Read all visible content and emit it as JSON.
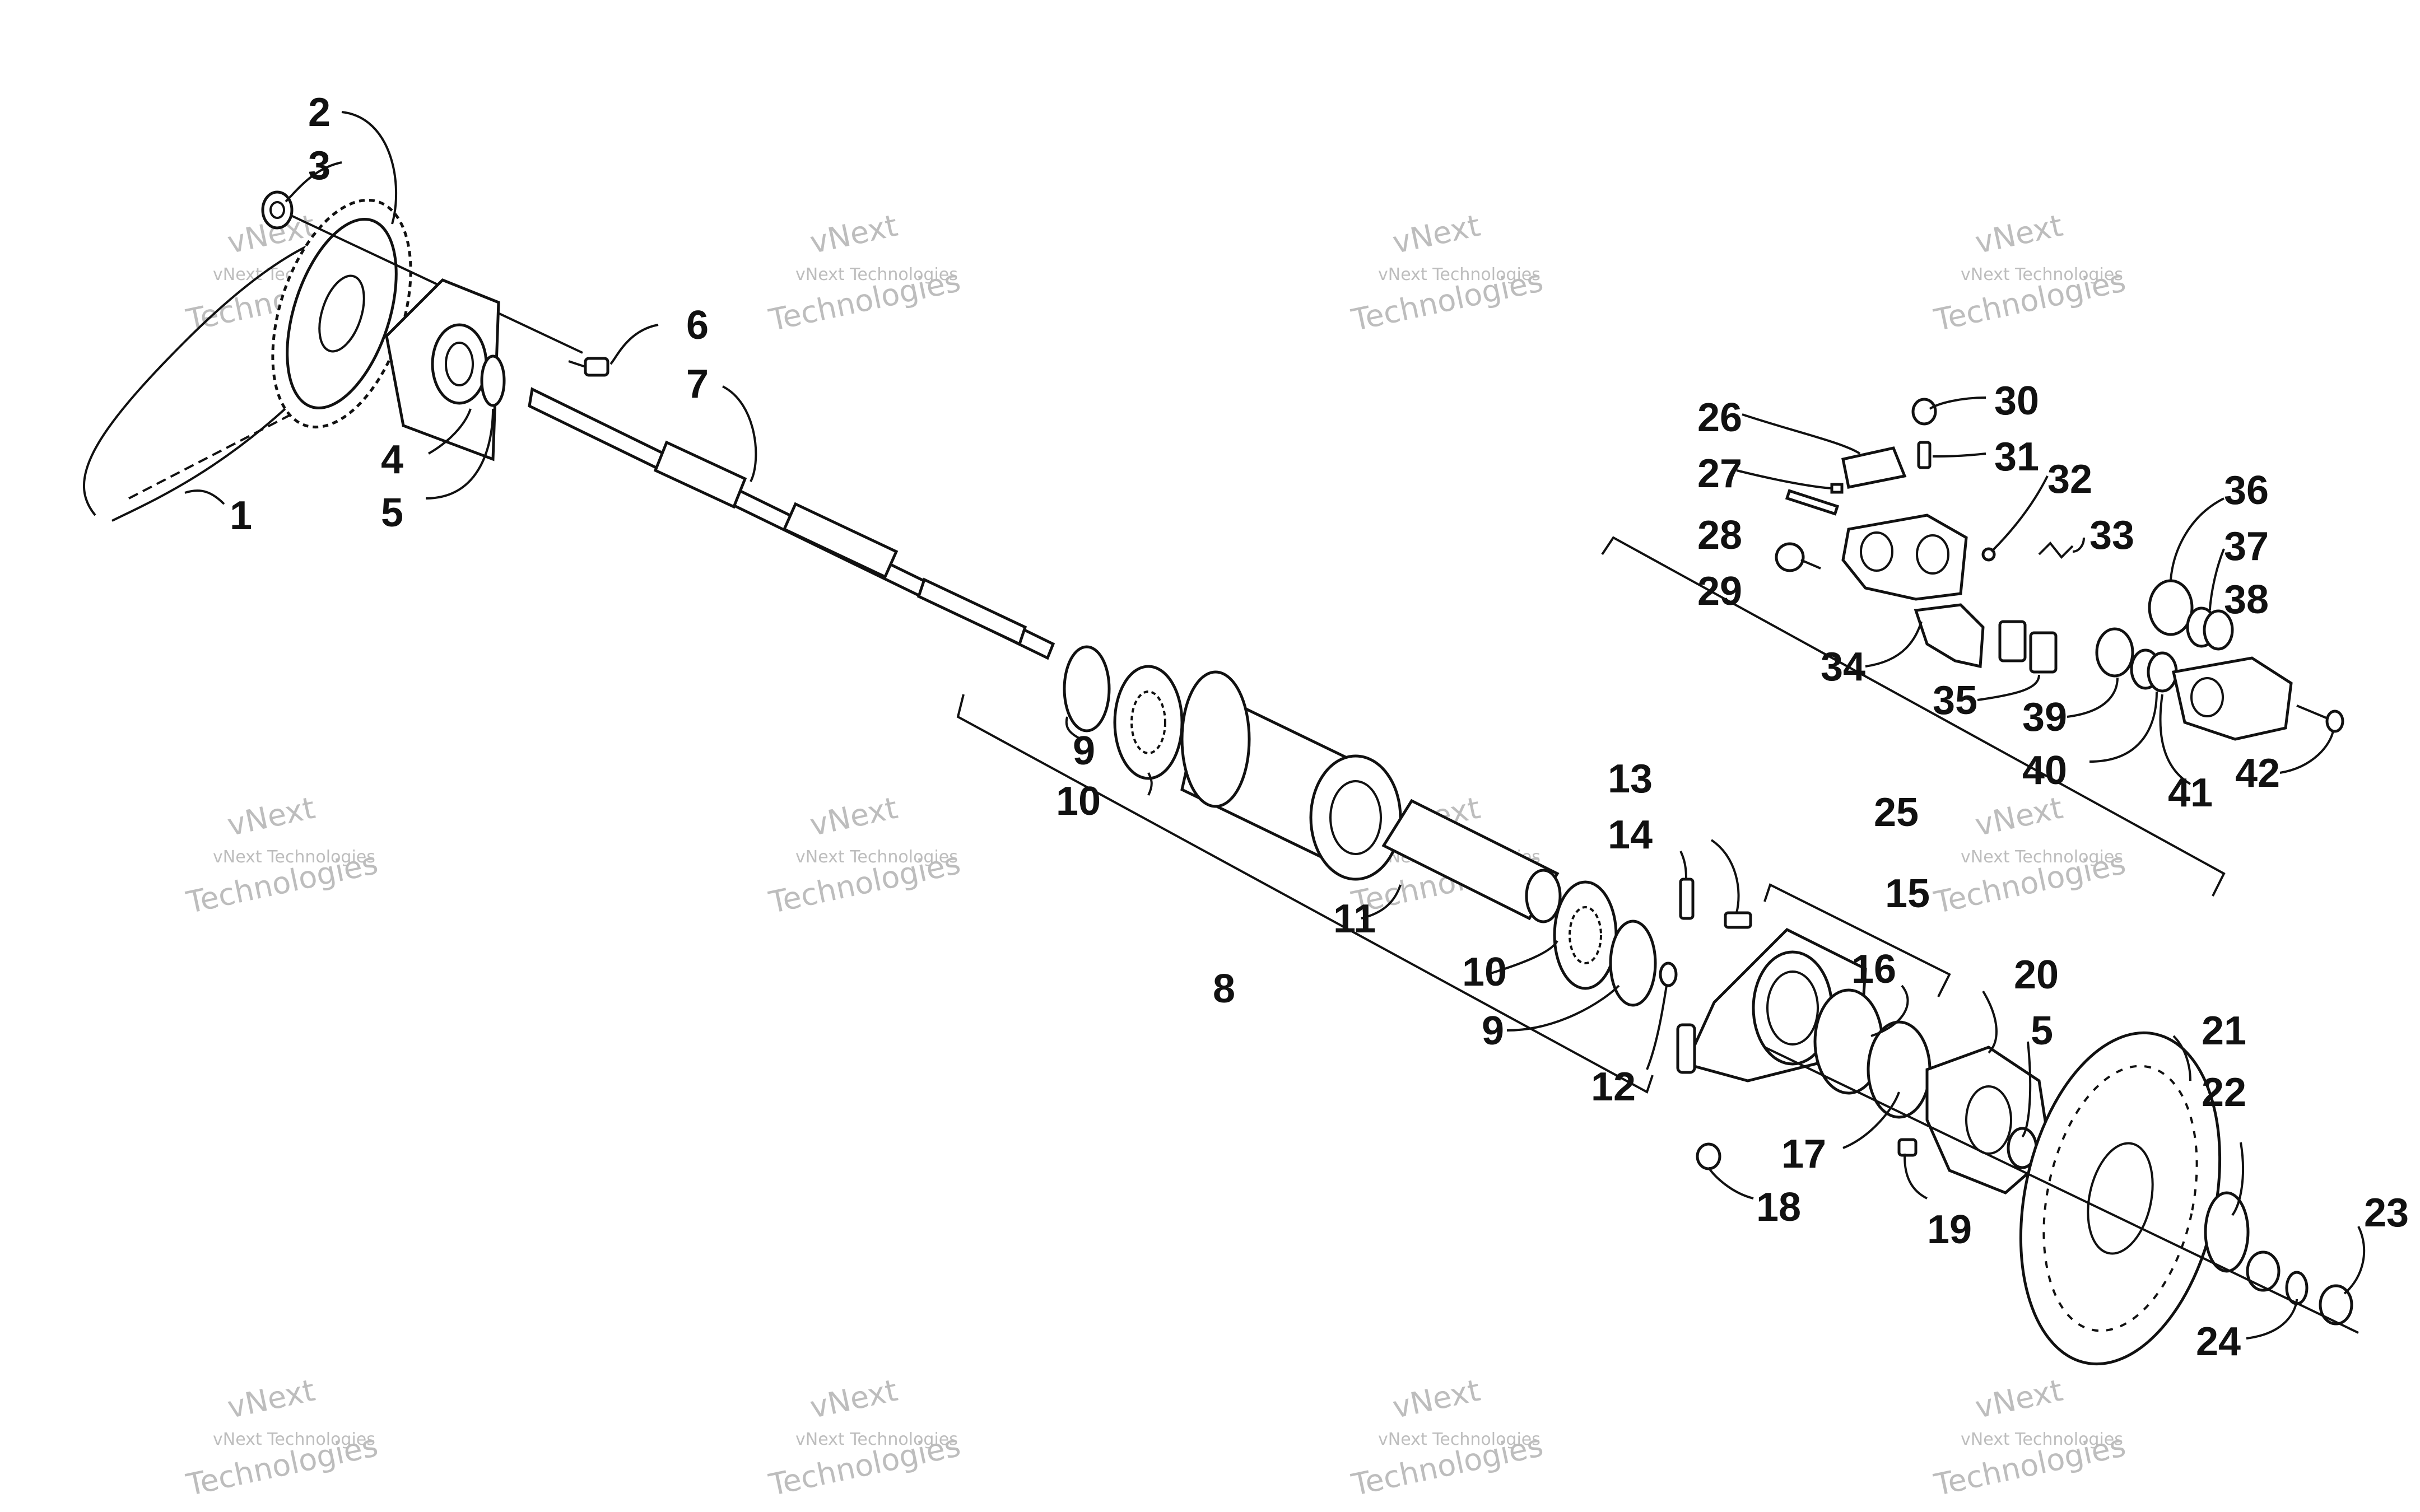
{
  "diagram": {
    "callouts": [
      "1",
      "2",
      "3",
      "4",
      "5",
      "6",
      "7",
      "8",
      "9",
      "10",
      "11",
      "12",
      "13",
      "14",
      "15",
      "16",
      "17",
      "18",
      "19",
      "20",
      "21",
      "22",
      "23",
      "24",
      "25",
      "26",
      "27",
      "28",
      "29",
      "30",
      "31",
      "32",
      "33",
      "34",
      "35",
      "36",
      "37",
      "38",
      "39",
      "40",
      "41",
      "42"
    ],
    "extra_callouts": {
      "c5b": "5",
      "c9b": "9",
      "c10b": "10"
    },
    "watermark": {
      "line1": "vNext Technologies",
      "line2": "vNext",
      "line3": "Technologies"
    }
  }
}
